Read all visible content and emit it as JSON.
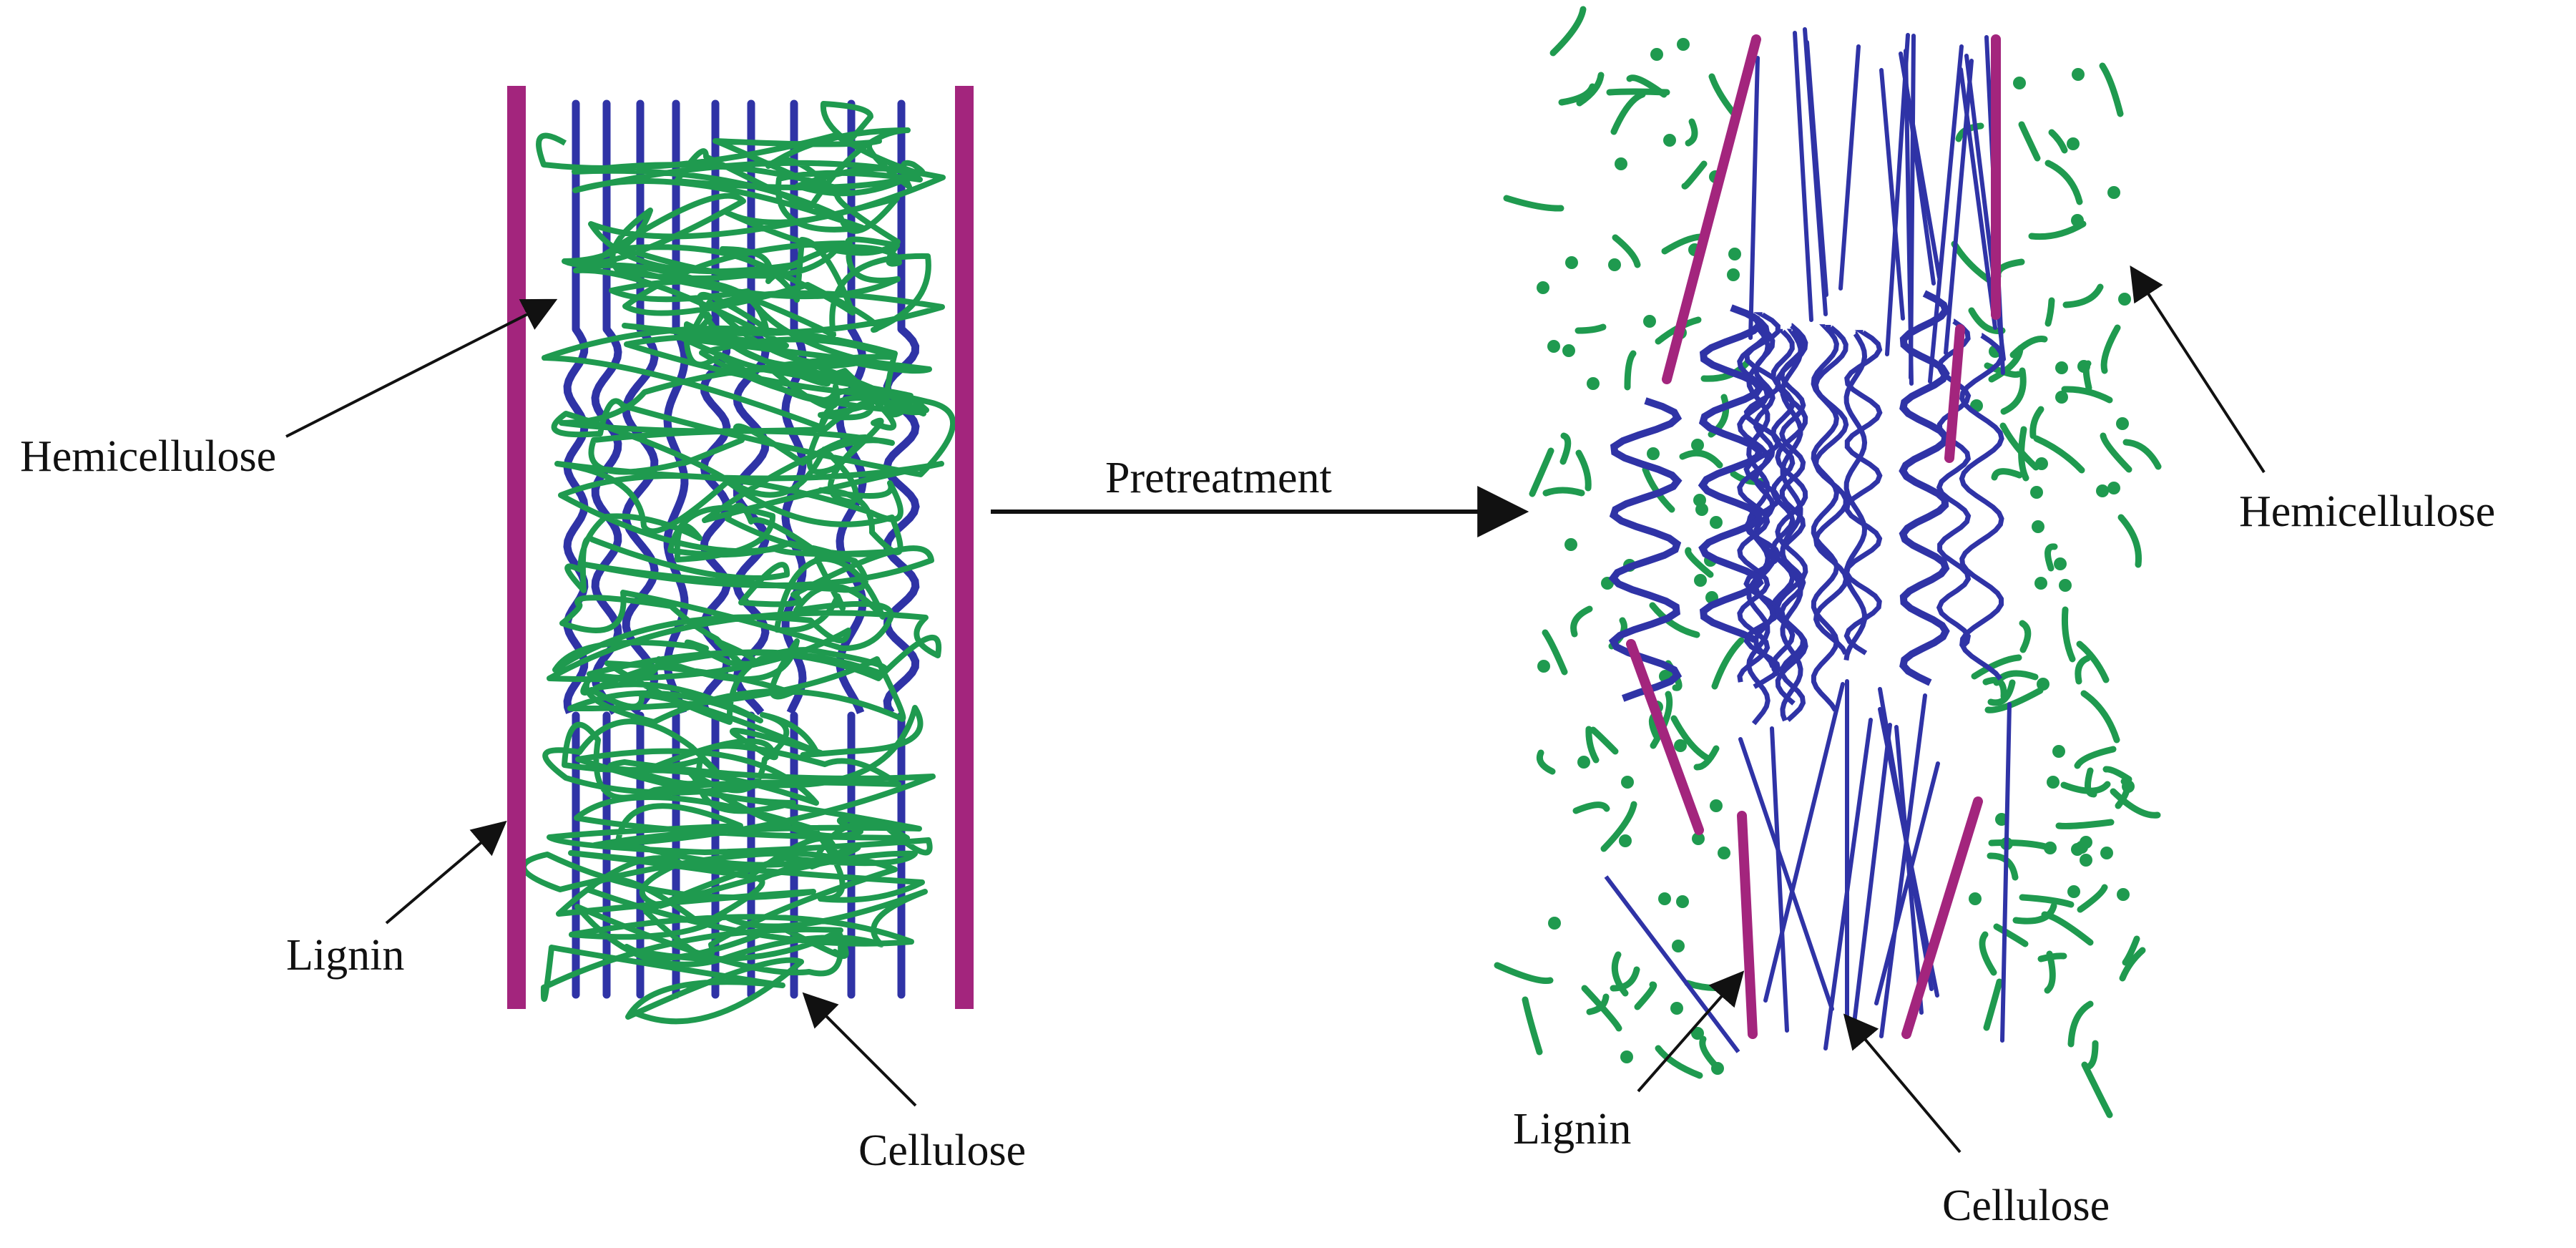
{
  "labels": {
    "left_hemicellulose": "Hemicellulose",
    "left_lignin": "Lignin",
    "left_cellulose": "Cellulose",
    "process": "Pretreatment",
    "right_hemicellulose": "Hemicellulose",
    "right_lignin": "Lignin",
    "right_cellulose": "Cellulose"
  },
  "colors": {
    "lignin": "#a3257d",
    "cellulose": "#2f33a6",
    "hemicellulose": "#1f9a4f",
    "arrow": "#111111"
  }
}
